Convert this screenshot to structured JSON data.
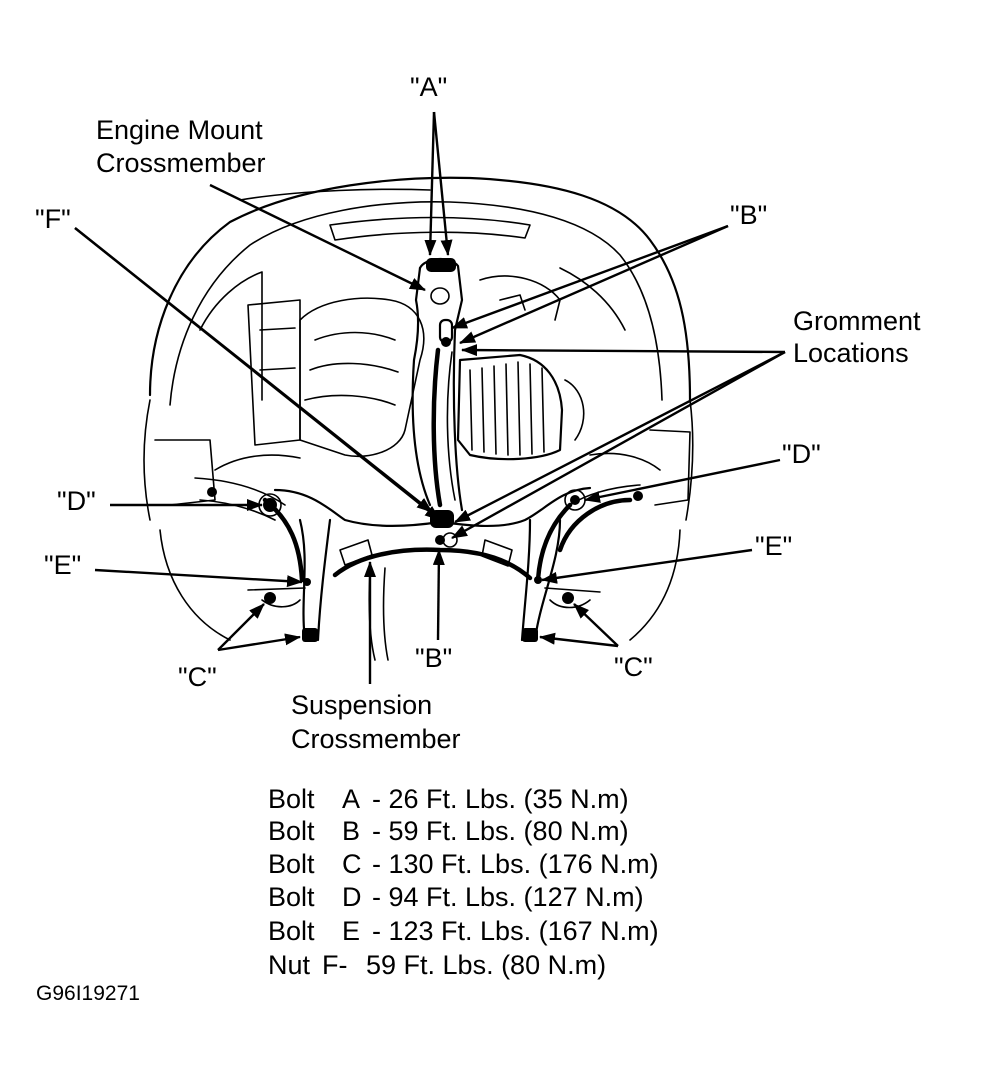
{
  "labels": {
    "a": "\"A\"",
    "b_top": "\"B\"",
    "b_bottom": "\"B\"",
    "c_left": "\"C\"",
    "c_right": "\"C\"",
    "d_left": "\"D\"",
    "d_right": "\"D\"",
    "e_left": "\"E\"",
    "e_right": "\"E\"",
    "f": "\"F\"",
    "engine_mount_line1": "Engine Mount",
    "engine_mount_line2": "Crossmember",
    "gromment_line1": "Gromment",
    "gromment_line2": "Locations",
    "suspension_line1": "Suspension",
    "suspension_line2": "Crossmember"
  },
  "specs": [
    {
      "fastener": "Bolt",
      "id": "A",
      "torque": "- 26 Ft. Lbs. (35 N.m)"
    },
    {
      "fastener": "Bolt",
      "id": "B",
      "torque": "- 59 Ft. Lbs. (80 N.m)"
    },
    {
      "fastener": "Bolt",
      "id": "C",
      "torque": "- 130 Ft. Lbs. (176 N.m)"
    },
    {
      "fastener": "Bolt",
      "id": "D",
      "torque": "- 94 Ft. Lbs. (127 N.m)"
    },
    {
      "fastener": "Bolt",
      "id": "E",
      "torque": "- 123 Ft. Lbs. (167 N.m)"
    },
    {
      "fastener": "Nut",
      "id": "F-",
      "torque": "59 Ft. Lbs. (80 N.m)"
    }
  ],
  "figure_id": "G96I19271"
}
